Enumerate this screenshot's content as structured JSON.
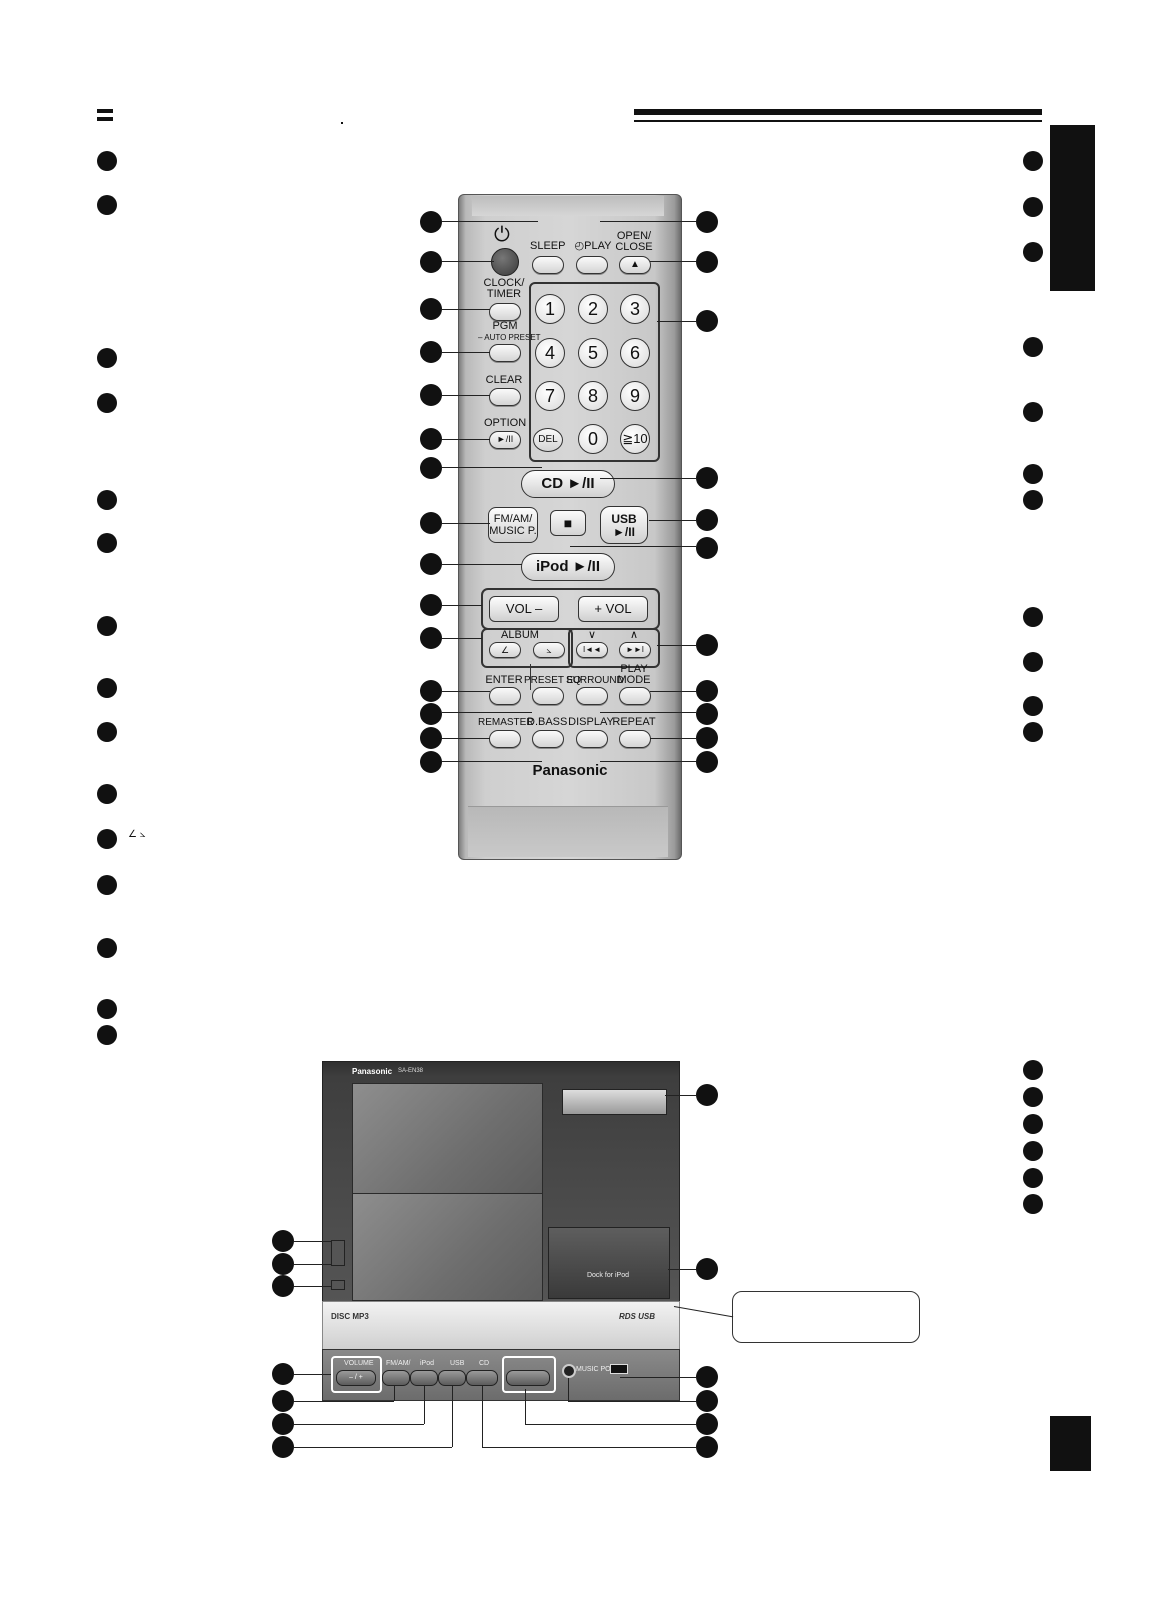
{
  "remote": {
    "buttons": {
      "power": "⏻",
      "sleep": "SLEEP",
      "play_timer": "◴PLAY",
      "open_close": "OPEN/\nCLOSE",
      "eject": "▲",
      "clock_timer": "CLOCK/\nTIMER",
      "pgm": "PGM",
      "auto_preset": "– AUTO PRESET",
      "clear": "CLEAR",
      "option": "OPTION",
      "play_pause": "►/II",
      "del": "DEL",
      "cd": "CD ►/II",
      "fm_am": "FM/AM/\nMUSIC P.",
      "stop": "■",
      "usb": "USB\n►/II",
      "ipod": "iPod ►/II",
      "vol_minus": "VOL –",
      "vol_plus": "+ VOL",
      "album": "ALBUM",
      "album_down": "∠",
      "album_up": "⦣",
      "skip_down_mark": "∨",
      "skip_up_mark": "∧",
      "skip_back": "I◄◄",
      "skip_fwd": "►►I",
      "enter": "ENTER",
      "preset_eq": "PRESET EQ",
      "surround": "SURROUND",
      "play_mode": "PLAY\nMODE",
      "remaster": "REMASTER",
      "d_bass": "D.BASS",
      "display": "DISPLAY",
      "repeat": "REPEAT"
    },
    "numbers": [
      "1",
      "2",
      "3",
      "4",
      "5",
      "6",
      "7",
      "8",
      "9",
      "0",
      "≧10"
    ],
    "brand": "Panasonic"
  },
  "unit": {
    "brand": "Panasonic",
    "model": "SA-EN38",
    "dock_label": "Dock for iPod",
    "disc_logo": "DISC MP3",
    "rds": "RDS USB",
    "controls": {
      "volume": "VOLUME",
      "fm_am": "FM/AM/",
      "ipod": "iPod",
      "usb": "USB",
      "cd": "CD",
      "music_port": "MUSIC PORT"
    }
  },
  "left_symbols": "∠ ⦣"
}
